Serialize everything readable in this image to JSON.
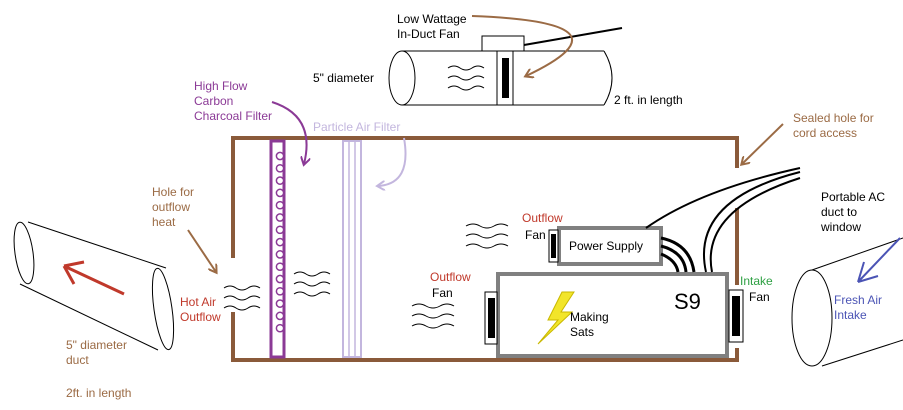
{
  "colors": {
    "brown": "#9b6b45",
    "box": "#8a5a3a",
    "purple": "#8b3a96",
    "lavender": "#c3b6de",
    "red": "#c0392b",
    "green": "#2ea043",
    "blue": "#4b54b5",
    "gray": "#808080",
    "black": "#000000",
    "yellow": "#f2e52a"
  },
  "labels": {
    "low_wattage_fan": "Low Wattage\nIn-Duct Fan",
    "top_diameter": "5\" diameter",
    "top_length": "2 ft. in length",
    "carbon_filter": "High Flow\nCarbon\nCharcoal Filter",
    "particle_filter": "Particle Air Filter",
    "sealed_hole": "Sealed hole for\ncord access",
    "hole_outflow_heat": "Hole for\noutflow\nheat",
    "hot_air_outflow": "Hot Air\nOutflow",
    "outflow_fan_top_word": "Outflow",
    "outflow_fan_top_fan": "Fan",
    "power_supply": "Power Supply",
    "outflow_fan_left_word": "Outflow",
    "outflow_fan_left_fan": "Fan",
    "s9": "S9",
    "making_sats": "Making\nSats",
    "intake_word": "Intake",
    "intake_fan": "Fan",
    "portable_ac": "Portable AC\nduct to\nwindow",
    "fresh_air_intake": "Fresh Air\nIntake",
    "left_diameter_duct": "5\" diameter\nduct",
    "left_length": "2ft. in length"
  }
}
